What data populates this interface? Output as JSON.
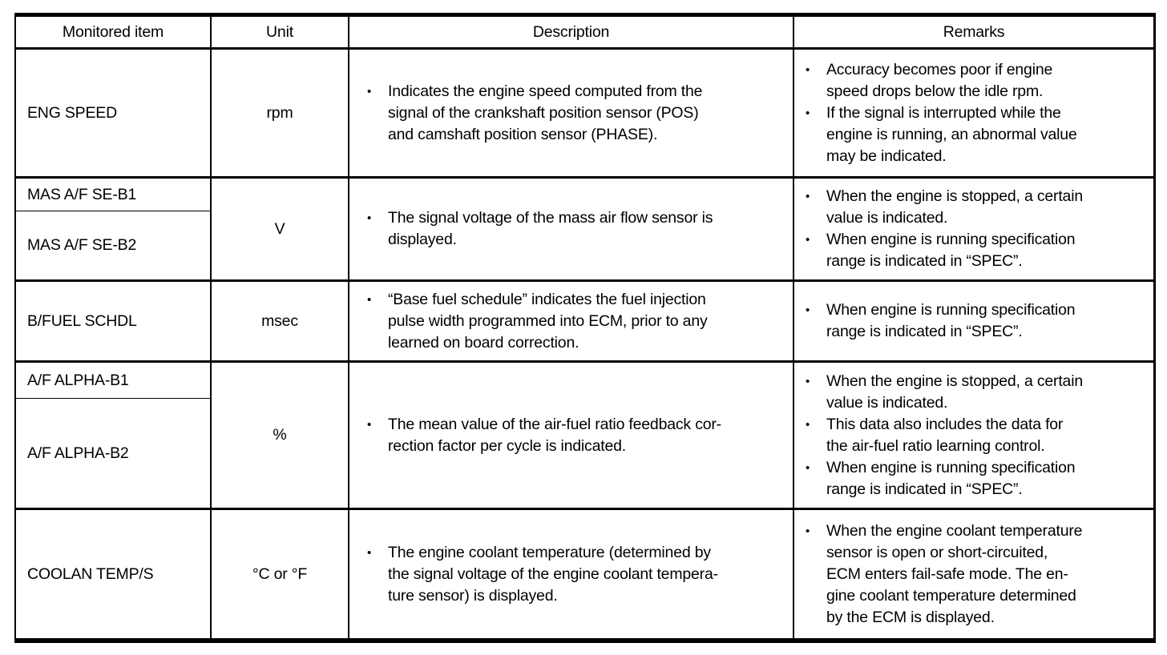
{
  "table": {
    "headers": [
      "Monitored item",
      "Unit",
      "Description",
      "Remarks"
    ],
    "rows": [
      {
        "items": [
          "ENG SPEED"
        ],
        "unit": "rpm",
        "description": [
          "Indicates the engine speed computed from the\nsignal of the crankshaft position sensor (POS)\nand camshaft position sensor (PHASE)."
        ],
        "remarks": [
          "Accuracy becomes poor if engine\nspeed drops below the idle rpm.",
          "If the signal is interrupted while the\nengine is running, an abnormal value\nmay be indicated."
        ]
      },
      {
        "items": [
          "MAS A/F SE-B1",
          "MAS A/F SE-B2"
        ],
        "unit": "V",
        "description": [
          "The signal voltage of the mass air flow sensor is\ndisplayed."
        ],
        "remarks": [
          "When the engine is stopped, a certain\nvalue is indicated.",
          "When engine is running specification\nrange is indicated in “SPEC”."
        ]
      },
      {
        "items": [
          "B/FUEL SCHDL"
        ],
        "unit": "msec",
        "description": [
          "“Base fuel schedule” indicates the fuel injection\npulse width programmed into ECM, prior to any\nlearned on board correction."
        ],
        "remarks": [
          "When engine is running specification\nrange is indicated in “SPEC”."
        ]
      },
      {
        "items": [
          "A/F ALPHA-B1",
          "A/F ALPHA-B2"
        ],
        "unit": "%",
        "description": [
          "The mean value of the air-fuel ratio feedback cor-\nrection factor per cycle is indicated."
        ],
        "remarks": [
          "When the engine is stopped, a certain\nvalue is indicated.",
          "This data also includes the data for\nthe air-fuel ratio learning control.",
          "When engine is running specification\nrange is indicated in “SPEC”."
        ]
      },
      {
        "items": [
          "COOLAN TEMP/S"
        ],
        "unit": "°C or °F",
        "description": [
          "The engine coolant temperature (determined by\nthe signal voltage of the engine coolant tempera-\nture sensor) is displayed."
        ],
        "remarks": [
          "When the engine coolant temperature\nsensor is open or short-circuited,\nECM enters fail-safe mode. The en-\ngine coolant temperature determined\nby the ECM is displayed."
        ]
      }
    ]
  }
}
